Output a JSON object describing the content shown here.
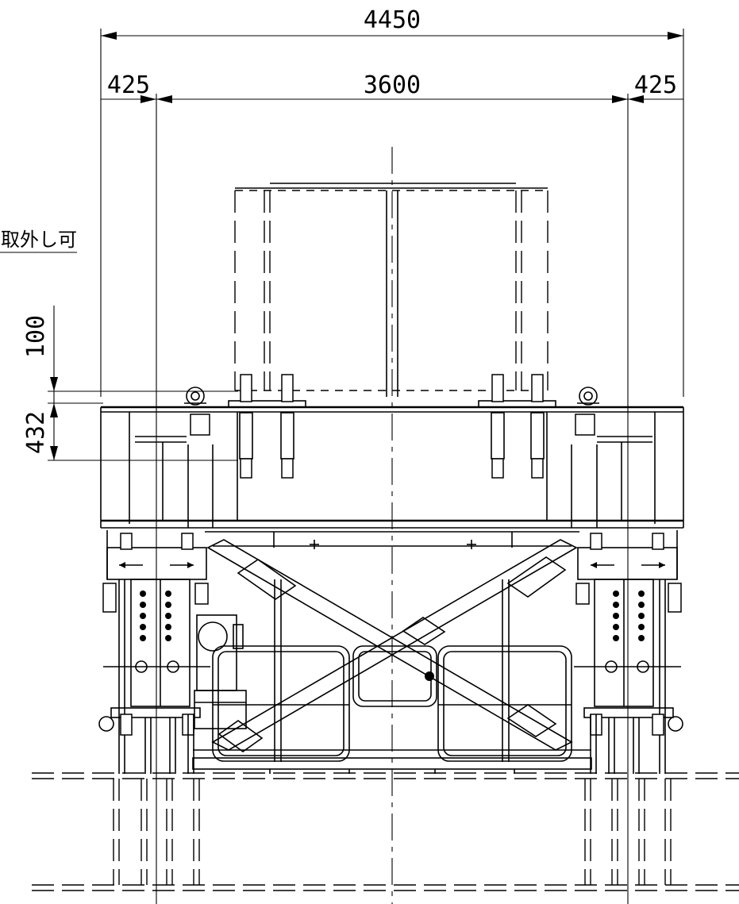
{
  "drawing": {
    "dimensions": {
      "overall_width": "4450",
      "left_margin": "425",
      "center_span": "3600",
      "right_margin": "425",
      "vertical_top": "100",
      "vertical_bottom": "432"
    },
    "note": "取外し可"
  }
}
